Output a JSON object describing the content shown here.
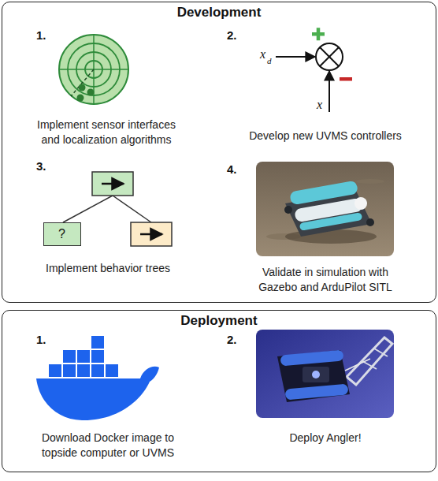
{
  "diagram": {
    "nodes": [
      {
        "text": [
          "Development"
        ]
      },
      {
        "text": [
          "?"
        ],
        "in": 0
      },
      {
        "text": [
          "Deployment"
        ]
      }
    ],
    "labels": [
      "1.",
      "2.",
      "x",
      "d",
      "x",
      "Implement sensor interfaces and localization algorithms",
      "Develop new UVMS controllers",
      "3.",
      "4.",
      "Implement behavior trees",
      "Validate in simulation with Gazebo and ArduPilot SITL",
      "1.",
      "2.",
      "Download Docker image to topside computer or UVMS",
      "Deploy Angler!"
    ]
  }
}
